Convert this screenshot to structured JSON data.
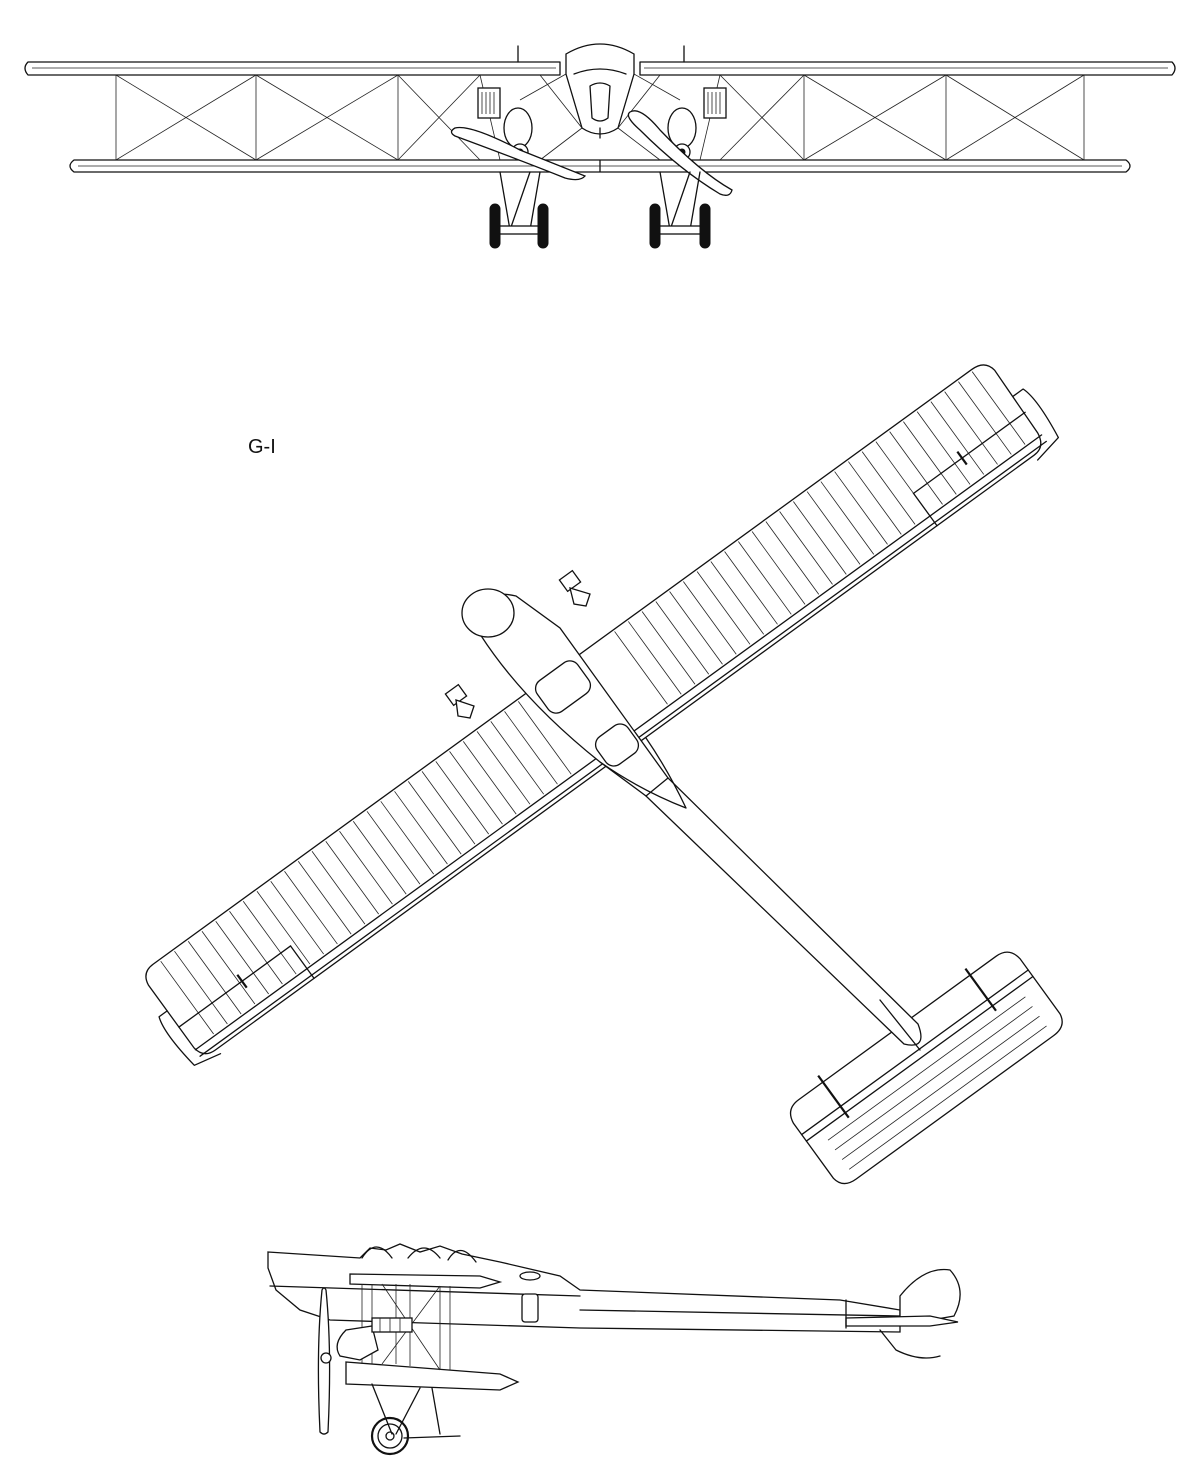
{
  "label": "G-I",
  "colors": {
    "line": "#111111",
    "background": "#ffffff"
  },
  "views": [
    {
      "name": "front-view"
    },
    {
      "name": "top-view"
    },
    {
      "name": "side-view"
    }
  ]
}
